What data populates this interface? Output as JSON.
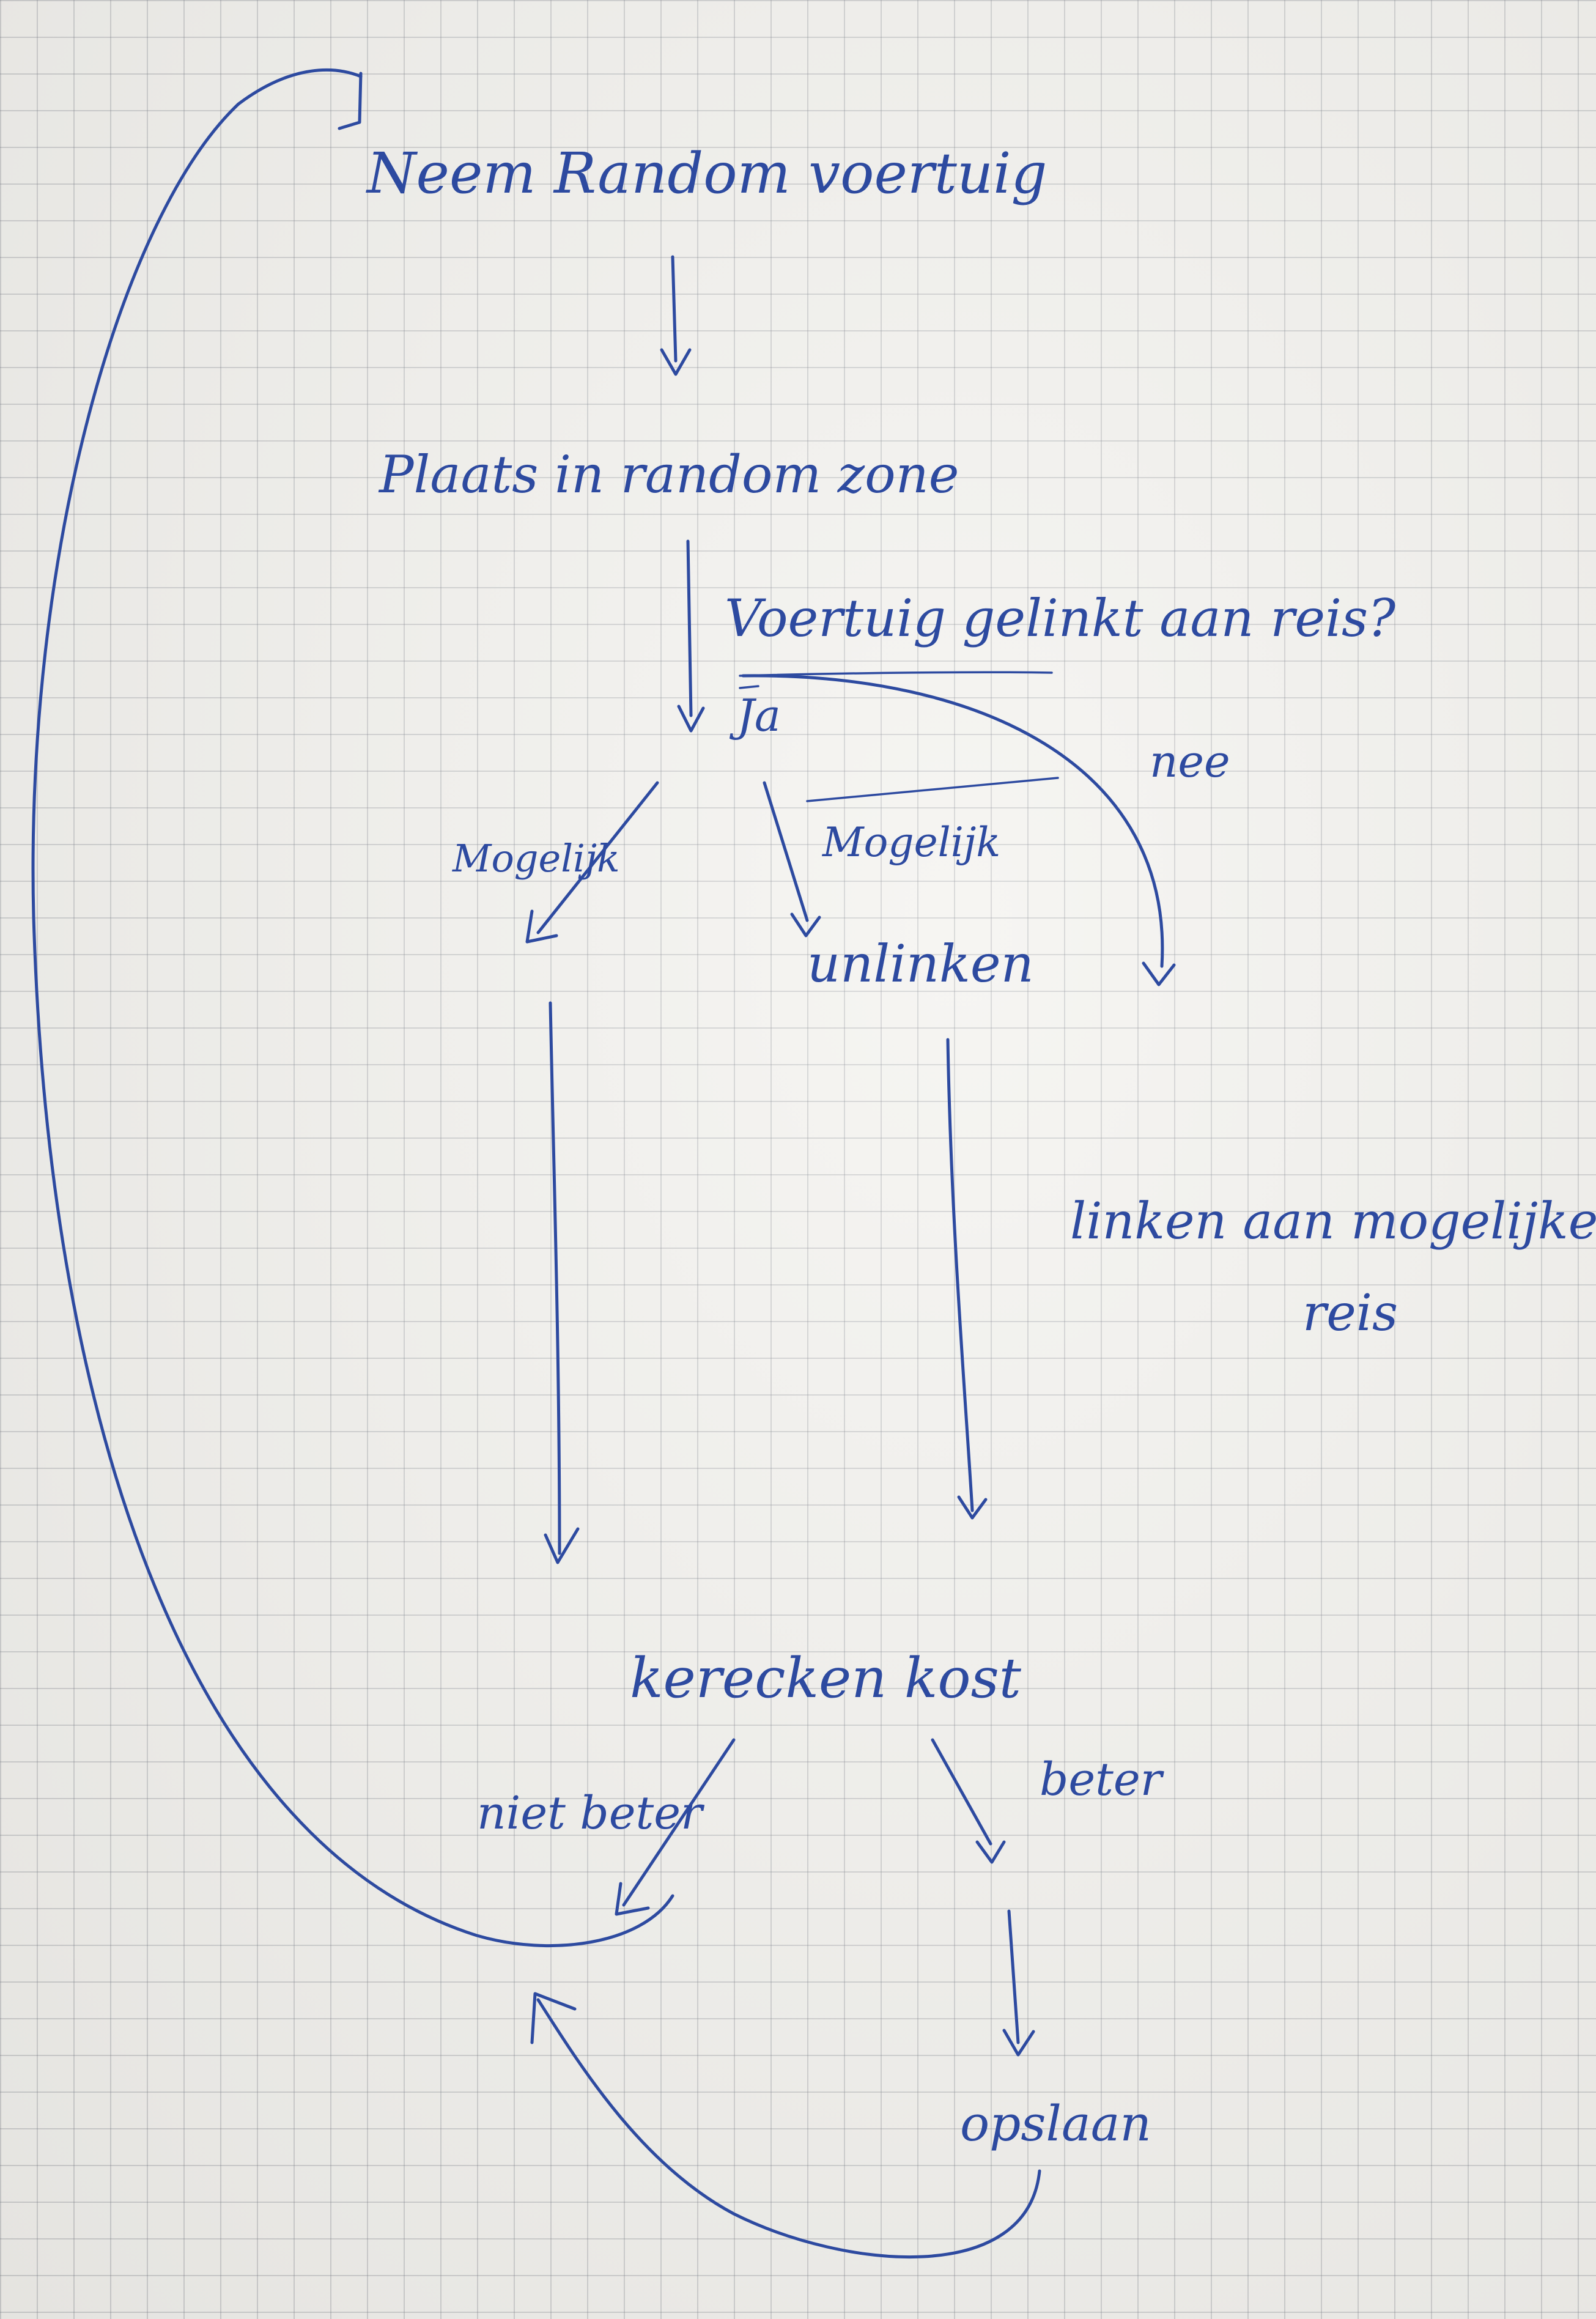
{
  "nodes": {
    "start": "Neem Random voertuig",
    "place": "Plaats in random zone",
    "unlink": "unlinken",
    "check": "kerecken kost",
    "save": "opslaan"
  },
  "question": "Voertuig gelinkt aan reis?",
  "edges": {
    "ja": "Ja",
    "nee": "nee",
    "mogelijk_left": "Mogelijk",
    "mogelijk_right": "Mogelijk",
    "link_line1": "linken aan mogelijke",
    "link_line2": "reis",
    "niet_beter": "niet beter",
    "beter": "beter"
  },
  "colors": {
    "ink": "#2d4aa0",
    "paper": "#f3f2ee",
    "grid": "#787d87"
  }
}
